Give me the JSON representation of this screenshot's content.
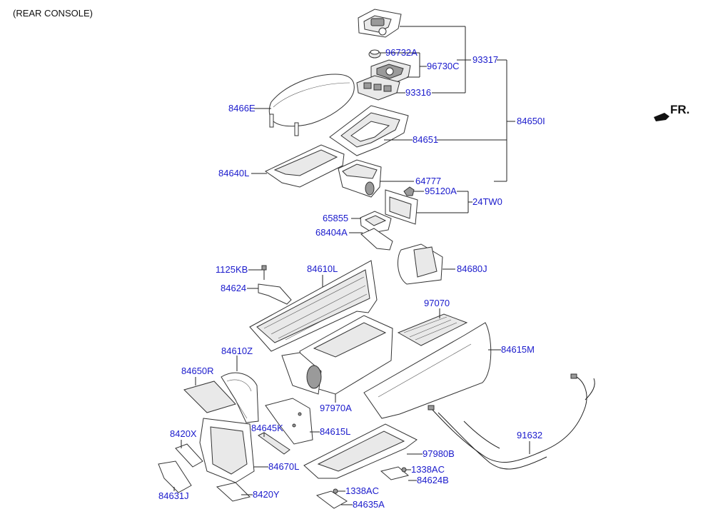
{
  "title": "(REAR CONSOLE)",
  "direction_marker": "FR.",
  "colors": {
    "label": "#1a1acc",
    "line": "#222222",
    "text": "#111111"
  },
  "labels": {
    "p96732A": "96732A",
    "p96730C": "96730C",
    "p93317": "93317",
    "p93316": "93316",
    "p8466E": "8466E",
    "p84650I": "84650I",
    "p84651": "84651",
    "p84640L": "84640L",
    "p64777": "64777",
    "p95120A": "95120A",
    "p24TW0": "24TW0",
    "p65855": "65855",
    "p68404A": "68404A",
    "p1125KB": "1125KB",
    "p84610L": "84610L",
    "p84680J": "84680J",
    "p84624": "84624",
    "p97070": "97070",
    "p84615M": "84615M",
    "p84610Z": "84610Z",
    "p84650R": "84650R",
    "p97970A": "97970A",
    "p84645K": "84645K",
    "p84615L": "84615L",
    "p8420X": "8420X",
    "p91632": "91632",
    "p97980B": "97980B",
    "p84670L": "84670L",
    "p1338AC_r": "1338AC",
    "p84624B": "84624B",
    "p84631J": "84631J",
    "p8420Y": "8420Y",
    "p1338AC_b": "1338AC",
    "p84635A": "84635A"
  }
}
